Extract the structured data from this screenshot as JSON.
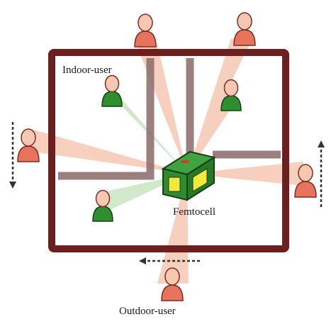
{
  "labels": {
    "indoor_user": "Indoor-user",
    "femtocell": "Femtocell",
    "outdoor_user": "Outdoor-user"
  },
  "colors": {
    "wall": "#6b1f1f",
    "inner_wall": "#8a6a68",
    "beam": "#f1a98c",
    "beam_indoor": "#7fbf7f",
    "femto_body": "#2e8b2e",
    "femto_window": "#f2e93a",
    "outdoor_person": "#e8735c",
    "indoor_person": "#2f8f2f",
    "skin": "#f6c8b2",
    "arrow": "#333333"
  },
  "icons": {
    "person": "person-icon",
    "femtocell": "femtocell-box-icon",
    "mobility_arrow": "dashed-arrow-icon"
  }
}
